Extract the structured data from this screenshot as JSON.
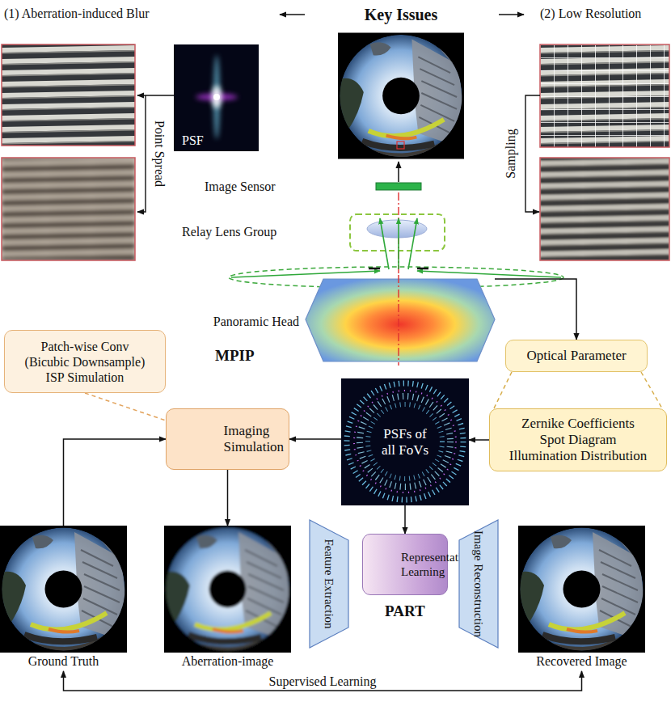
{
  "diagram": {
    "nodes": [
      {
        "text": [
          "Key Issues"
        ]
      },
      {
        "text": [
          "PSF"
        ]
      },
      {
        "text": [
          "Panoramic Head"
        ]
      },
      {
        "text": [
          "Patch-wise Conv (Bicubic Downsample) ISP Simulation"
        ]
      },
      {
        "text": [
          "Optical Parameter"
        ]
      },
      {
        "text": [
          "Imaging Simulation"
        ]
      },
      {
        "text": [
          "PSFs of all FoVs"
        ]
      },
      {
        "text": [
          "Zernike Coefficients Spot Diagram Illumination Distribution"
        ]
      },
      {
        "text": [
          "Ground Truth"
        ]
      },
      {
        "text": [
          "Aberration-image"
        ]
      },
      {
        "text": [
          "Feature Extraction"
        ]
      },
      {
        "text": [
          "Representation Learning"
        ]
      },
      {
        "text": [
          "Image Reconstruction"
        ]
      },
      {
        "text": [
          "Recovered Image"
        ]
      }
    ],
    "edges": [
      {
        "from": 2,
        "to": 4,
        "arrow": "to"
      },
      {
        "from": 4,
        "to": 7,
        "arrow": "none"
      },
      {
        "from": 7,
        "to": 6,
        "arrow": "to"
      },
      {
        "from": 6,
        "to": 5,
        "arrow": "to"
      },
      {
        "from": 3,
        "to": 5,
        "arrow": "none"
      },
      {
        "from": 8,
        "to": 5,
        "arrow": "to"
      },
      {
        "from": 5,
        "to": 9,
        "arrow": "to"
      },
      {
        "from": 6,
        "to": 11,
        "arrow": "to"
      },
      {
        "from": 8,
        "to": 13,
        "label": "Supervised Learning",
        "arrow": "both"
      }
    ],
    "labels": [
      "(1) Aberration-induced Blur",
      "(2) Low Resolution",
      "Point Spread",
      "Sampling",
      "Image Sensor",
      "Relay Lens Group",
      "MPIP",
      "PART"
    ]
  }
}
